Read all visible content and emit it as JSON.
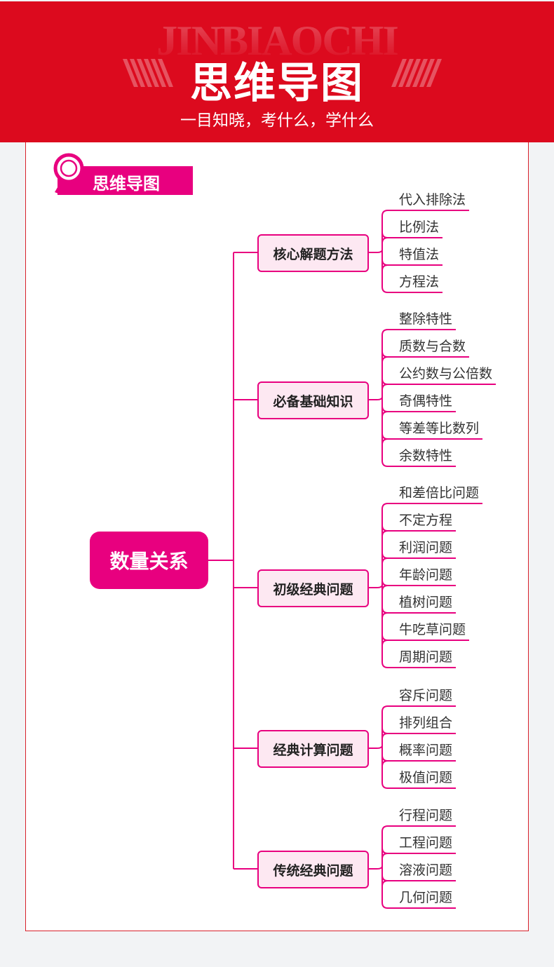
{
  "header": {
    "watermark": "JINBIAOCHI",
    "title": "思维导图",
    "subtitle": "一目知晓，考什么，学什么"
  },
  "section_tag": "思维导图",
  "colors": {
    "accent": "#e8007f",
    "header": "#dc0a1e",
    "branch_fill": "#fde8f2"
  },
  "mindmap": {
    "root": "数量关系",
    "branches": [
      {
        "label": "核心解题方法",
        "leaves": [
          "代入排除法",
          "比例法",
          "特值法",
          "方程法"
        ]
      },
      {
        "label": "必备基础知识",
        "leaves": [
          "整除特性",
          "质数与合数",
          "公约数与公倍数",
          "奇偶特性",
          "等差等比数列",
          "余数特性"
        ]
      },
      {
        "label": "初级经典问题",
        "leaves": [
          "和差倍比问题",
          "不定方程",
          "利润问题",
          "年龄问题",
          "植树问题",
          "牛吃草问题",
          "周期问题"
        ]
      },
      {
        "label": "经典计算问题",
        "leaves": [
          "容斥问题",
          "排列组合",
          "概率问题",
          "极值问题"
        ]
      },
      {
        "label": "传统经典问题",
        "leaves": [
          "行程问题",
          "工程问题",
          "溶液问题",
          "几何问题"
        ]
      }
    ]
  }
}
